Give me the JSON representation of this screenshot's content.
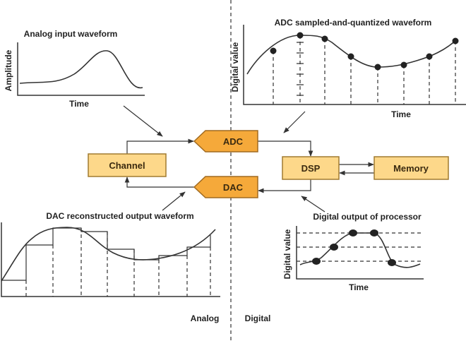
{
  "analog_input": {
    "title": "Analog input waveform",
    "ylabel": "Amplitude",
    "xlabel": "Time"
  },
  "adc_plot": {
    "title": "ADC sampled-and-quantized waveform",
    "ylabel": "Digital value",
    "xlabel": "Time"
  },
  "dac_plot": {
    "title": "DAC reconstructed output waveform"
  },
  "digital_output": {
    "title": "Digital output of processor",
    "ylabel": "Digital value",
    "xlabel": "Time"
  },
  "blocks": {
    "channel": "Channel",
    "adc": "ADC",
    "dac": "DAC",
    "dsp": "DSP",
    "memory": "Memory"
  },
  "domains": {
    "analog": "Analog",
    "digital": "Digital"
  },
  "colors": {
    "block_fill": "#fdd88a",
    "converter_fill": "#f5a93a"
  }
}
